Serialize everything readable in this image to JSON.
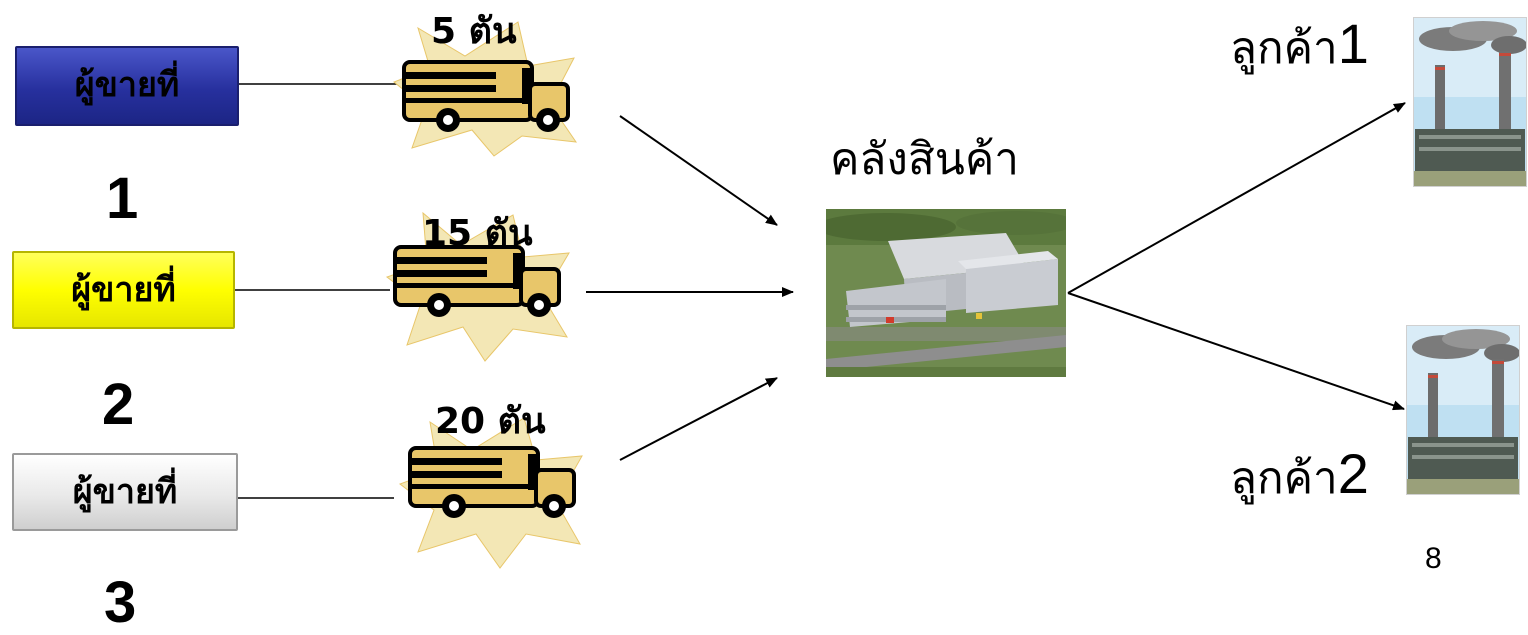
{
  "suppliers": [
    {
      "label": "ผู้ขายที่",
      "number": "1"
    },
    {
      "label": "ผู้ขายที่",
      "number": "2"
    },
    {
      "label": "ผู้ขายที่",
      "number": "3"
    }
  ],
  "shipments": [
    {
      "amount": "5 ตัน"
    },
    {
      "amount": "15 ตัน"
    },
    {
      "amount": "20 ตัน"
    }
  ],
  "warehouse": {
    "label": "คลังสินค้า"
  },
  "customers": [
    {
      "label": "ลูกค้า",
      "number": "1"
    },
    {
      "label": "ลูกค้า",
      "number": "2"
    }
  ],
  "page_number": "8",
  "colors": {
    "supplier_1": "#27309e",
    "supplier_2": "#ffff00",
    "supplier_3": "#e9e9e9",
    "bus": "#e8c66a",
    "burst": "#f3e7b5"
  },
  "icons": [
    "school-bus-icon",
    "warehouse-photo",
    "factory-photo"
  ]
}
